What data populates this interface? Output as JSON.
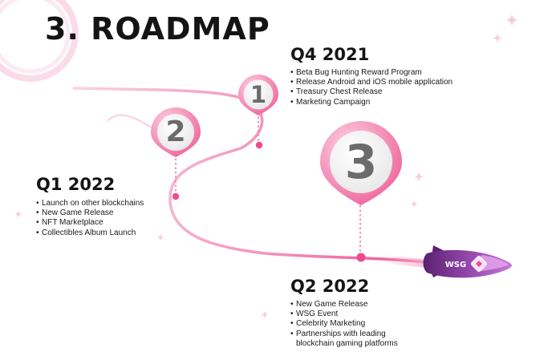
{
  "title": "3. ROADMAP",
  "milestones": [
    {
      "number": "1",
      "period": "Q4 2021",
      "items": [
        "Beta Bug Hunting Reward Program",
        "Release Android and iOS mobile application",
        "Treasury Chest Release",
        "Marketing Campaign"
      ]
    },
    {
      "number": "2",
      "period": "Q1 2022",
      "items": [
        "Launch on other blockchains",
        "New Game Release",
        "NFT Marketplace",
        "Collectibles Album Launch"
      ]
    },
    {
      "number": "3",
      "period": "Q2 2022",
      "items": [
        "New Game Release",
        "WSG Event",
        "Celebrity Marketing",
        "Partnerships with leading",
        "blockchain gaming platforms"
      ]
    }
  ],
  "rocket_label": "WSG",
  "colors": {
    "accent_pink": "#f04a8e",
    "light_pink": "#f7b3cf",
    "rocket_purple": "#8a3f9e",
    "text": "#141414"
  }
}
